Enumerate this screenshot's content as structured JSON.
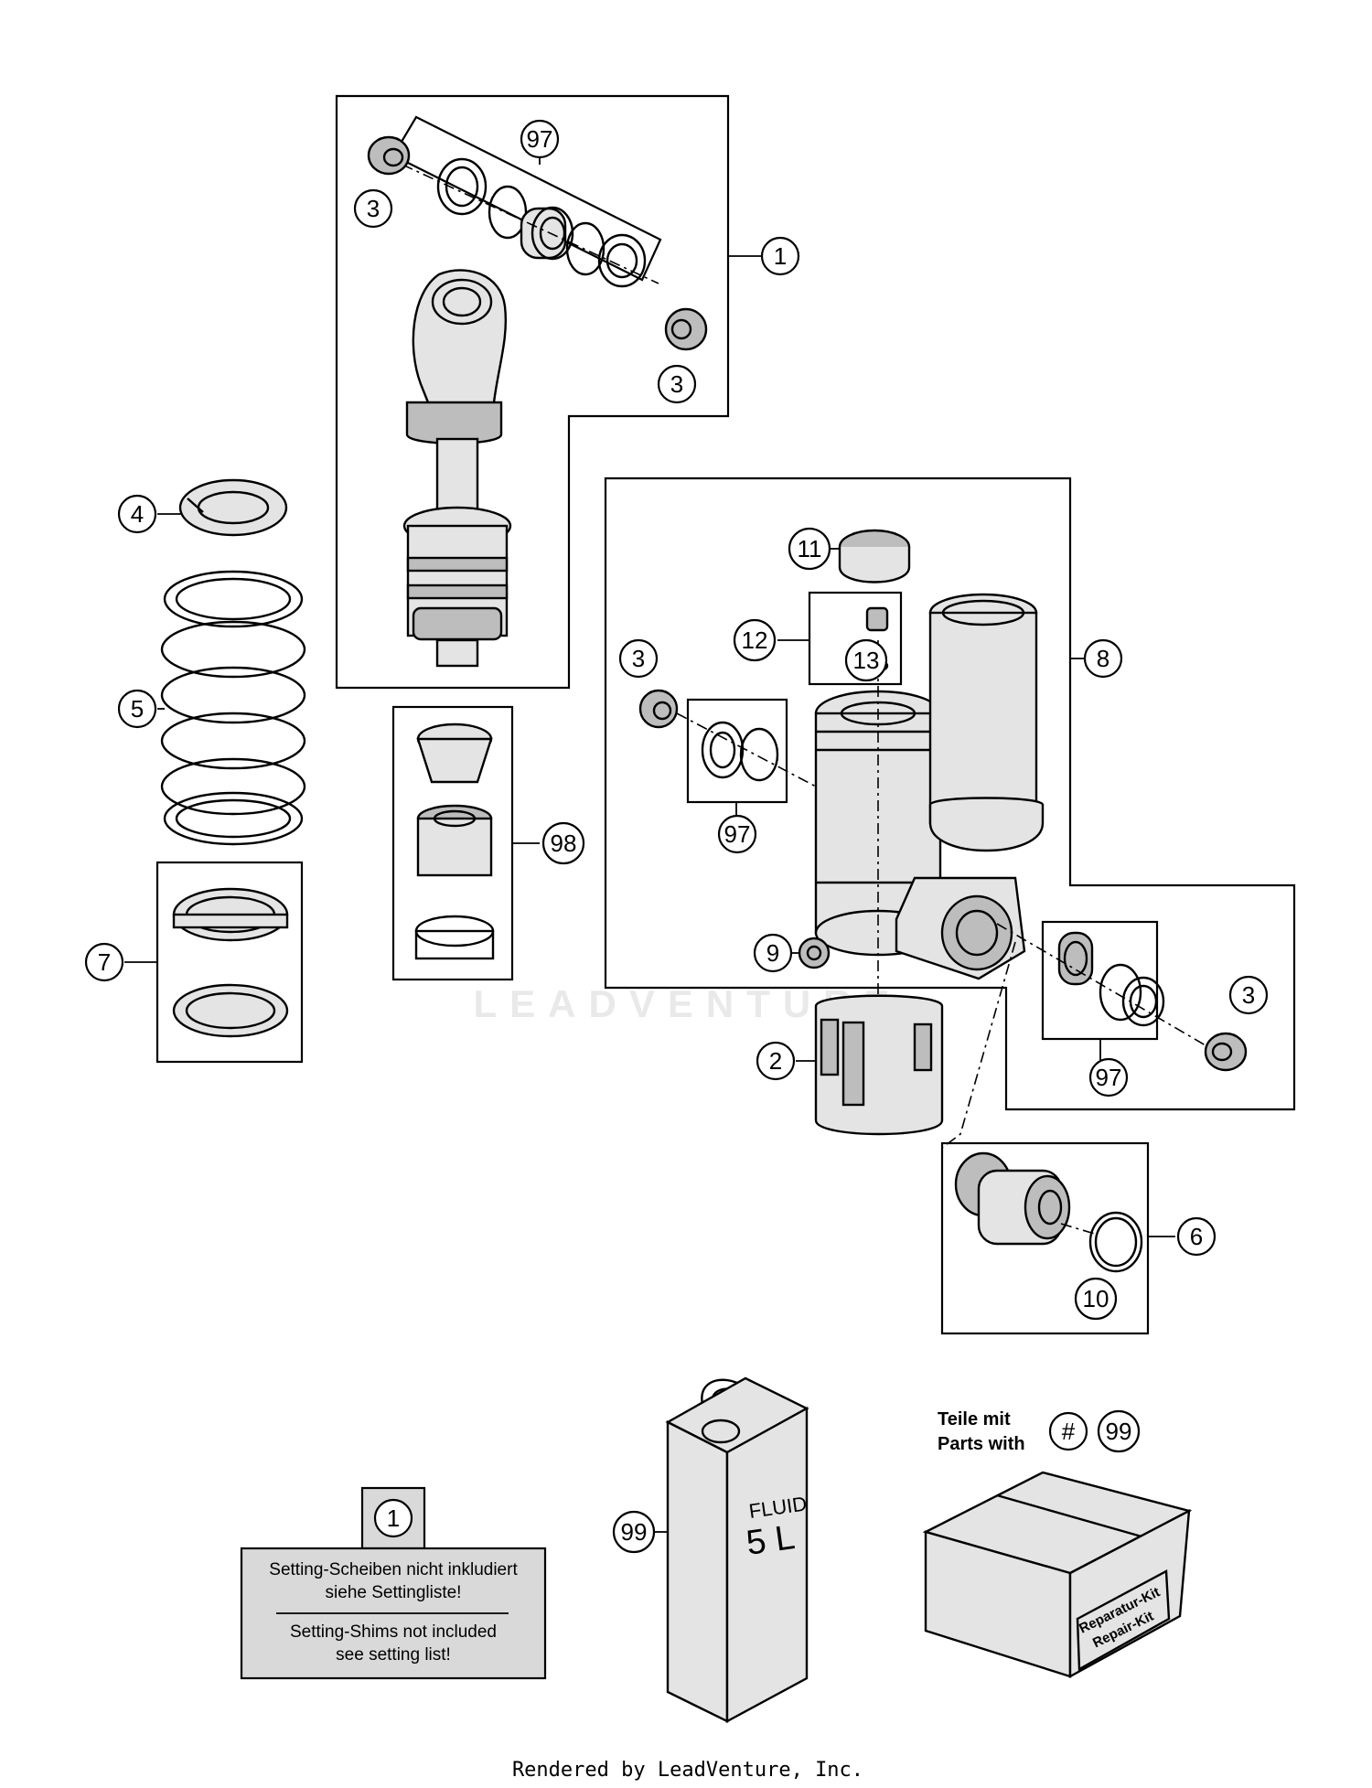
{
  "watermark": "LEADVENTURE",
  "callouts": [
    {
      "id": "c1",
      "label": "1"
    },
    {
      "id": "c97a",
      "label": "97"
    },
    {
      "id": "c3a",
      "label": "3"
    },
    {
      "id": "c3b",
      "label": "3"
    },
    {
      "id": "c4",
      "label": "4"
    },
    {
      "id": "c5",
      "label": "5"
    },
    {
      "id": "c7",
      "label": "7"
    },
    {
      "id": "c98",
      "label": "98"
    },
    {
      "id": "c11",
      "label": "11"
    },
    {
      "id": "c12",
      "label": "12"
    },
    {
      "id": "c13",
      "label": "13"
    },
    {
      "id": "c8",
      "label": "8"
    },
    {
      "id": "c3c",
      "label": "3"
    },
    {
      "id": "c97b",
      "label": "97"
    },
    {
      "id": "c9",
      "label": "9"
    },
    {
      "id": "c2",
      "label": "2"
    },
    {
      "id": "c3d",
      "label": "3"
    },
    {
      "id": "c97c",
      "label": "97"
    },
    {
      "id": "c6",
      "label": "6"
    },
    {
      "id": "c10",
      "label": "10"
    },
    {
      "id": "c99",
      "label": "99"
    },
    {
      "id": "c1note",
      "label": "1"
    },
    {
      "id": "chash",
      "label": "#"
    },
    {
      "id": "c99kit",
      "label": "99"
    }
  ],
  "note": {
    "line1": "Setting-Scheiben nicht inkludiert",
    "line2": "siehe Settingliste!",
    "line3": "Setting-Shims not included",
    "line4": "see setting list!"
  },
  "can": {
    "line1": "FLUID",
    "line2": "5 L"
  },
  "kit": {
    "legend_line1": "Teile mit",
    "legend_line2": "Parts with",
    "label_line1": "Reparatur-Kit",
    "label_line2": "Repair-Kit"
  },
  "footer": "Rendered by LeadVenture, Inc."
}
